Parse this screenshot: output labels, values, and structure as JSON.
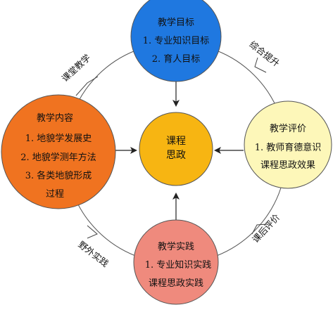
{
  "nodes": {
    "goal": {
      "title": "教学目标",
      "lines": [
        "1. 专业知识目标",
        "2. 育人目标"
      ],
      "color": "#1f78e0"
    },
    "content": {
      "title": "教学内容",
      "lines": [
        "1. 地貌学发展史",
        "2. 地貌学测年方法",
        "3. 各类地貌形成",
        "过程"
      ],
      "color": "#f07320"
    },
    "evaluation": {
      "title": "教学评价",
      "lines": [
        "1. 教师育德意识",
        "课程思政效果"
      ],
      "color": "#fdf7b9"
    },
    "practice": {
      "title": "教学实践",
      "lines": [
        "1. 专业知识实践",
        "课程思政实践"
      ],
      "color": "#ef8a7d"
    },
    "center": {
      "lines": [
        "课程",
        "思政"
      ],
      "color": "#f7b512"
    }
  },
  "arc_labels": {
    "top_left": "课堂教学",
    "top_right": "综合提升",
    "bottom_left": "野外实践",
    "bottom_right": "课后评价"
  },
  "colors": {
    "stroke": "#555555",
    "arrow": "#222222"
  }
}
